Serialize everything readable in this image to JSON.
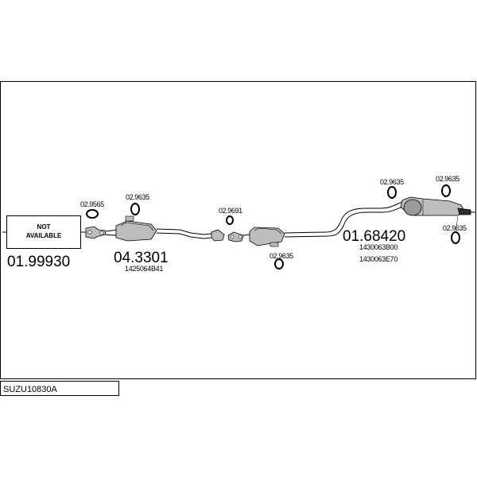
{
  "diagram": {
    "reference_code": "SUZU10830A",
    "unavailable_box": {
      "line1": "NOT",
      "line2": "AVAILABLE",
      "code": "01.99930"
    },
    "assemblies": {
      "front_cat_code": "04.3301",
      "front_cat_oem": "1425064B41",
      "rear_section_code": "01.68420",
      "rear_section_oem_1": "1430063B00",
      "rear_section_oem_2": "1430063E70"
    },
    "small_parts": {
      "gasket_front": "02.9565",
      "rubber_front_cat": "02.9635",
      "gasket_mid": "02.9691",
      "rubber_mid_cat": "02.9635",
      "rubber_rear_left": "02.9635",
      "rubber_rear_right": "02.9635",
      "rubber_rear_tail": "02.9635"
    }
  }
}
